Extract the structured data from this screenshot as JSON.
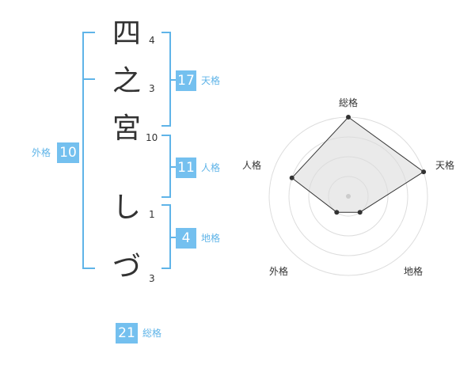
{
  "name": {
    "characters": [
      {
        "char": "四",
        "strokes": "4"
      },
      {
        "char": "之",
        "strokes": "3"
      },
      {
        "char": "宮",
        "strokes": "10"
      },
      {
        "char": "し",
        "strokes": "1"
      },
      {
        "char": "づ",
        "strokes": "3"
      }
    ]
  },
  "kakusu": {
    "tenkaku": {
      "value": "17",
      "label": "天格"
    },
    "jinkaku": {
      "value": "11",
      "label": "人格"
    },
    "chikaku": {
      "value": "4",
      "label": "地格"
    },
    "gaikaku": {
      "value": "10",
      "label": "外格"
    },
    "soukaku": {
      "value": "21",
      "label": "総格"
    }
  },
  "colors": {
    "accent": "#74c0ef",
    "bracket": "#5fb4e8",
    "text": "#333333"
  },
  "chart_data": {
    "type": "radar",
    "axes": [
      "総格",
      "天格",
      "地格",
      "外格",
      "人格"
    ],
    "values": [
      4,
      4,
      1,
      1,
      3
    ],
    "scale_max": 4,
    "rings": 4
  }
}
